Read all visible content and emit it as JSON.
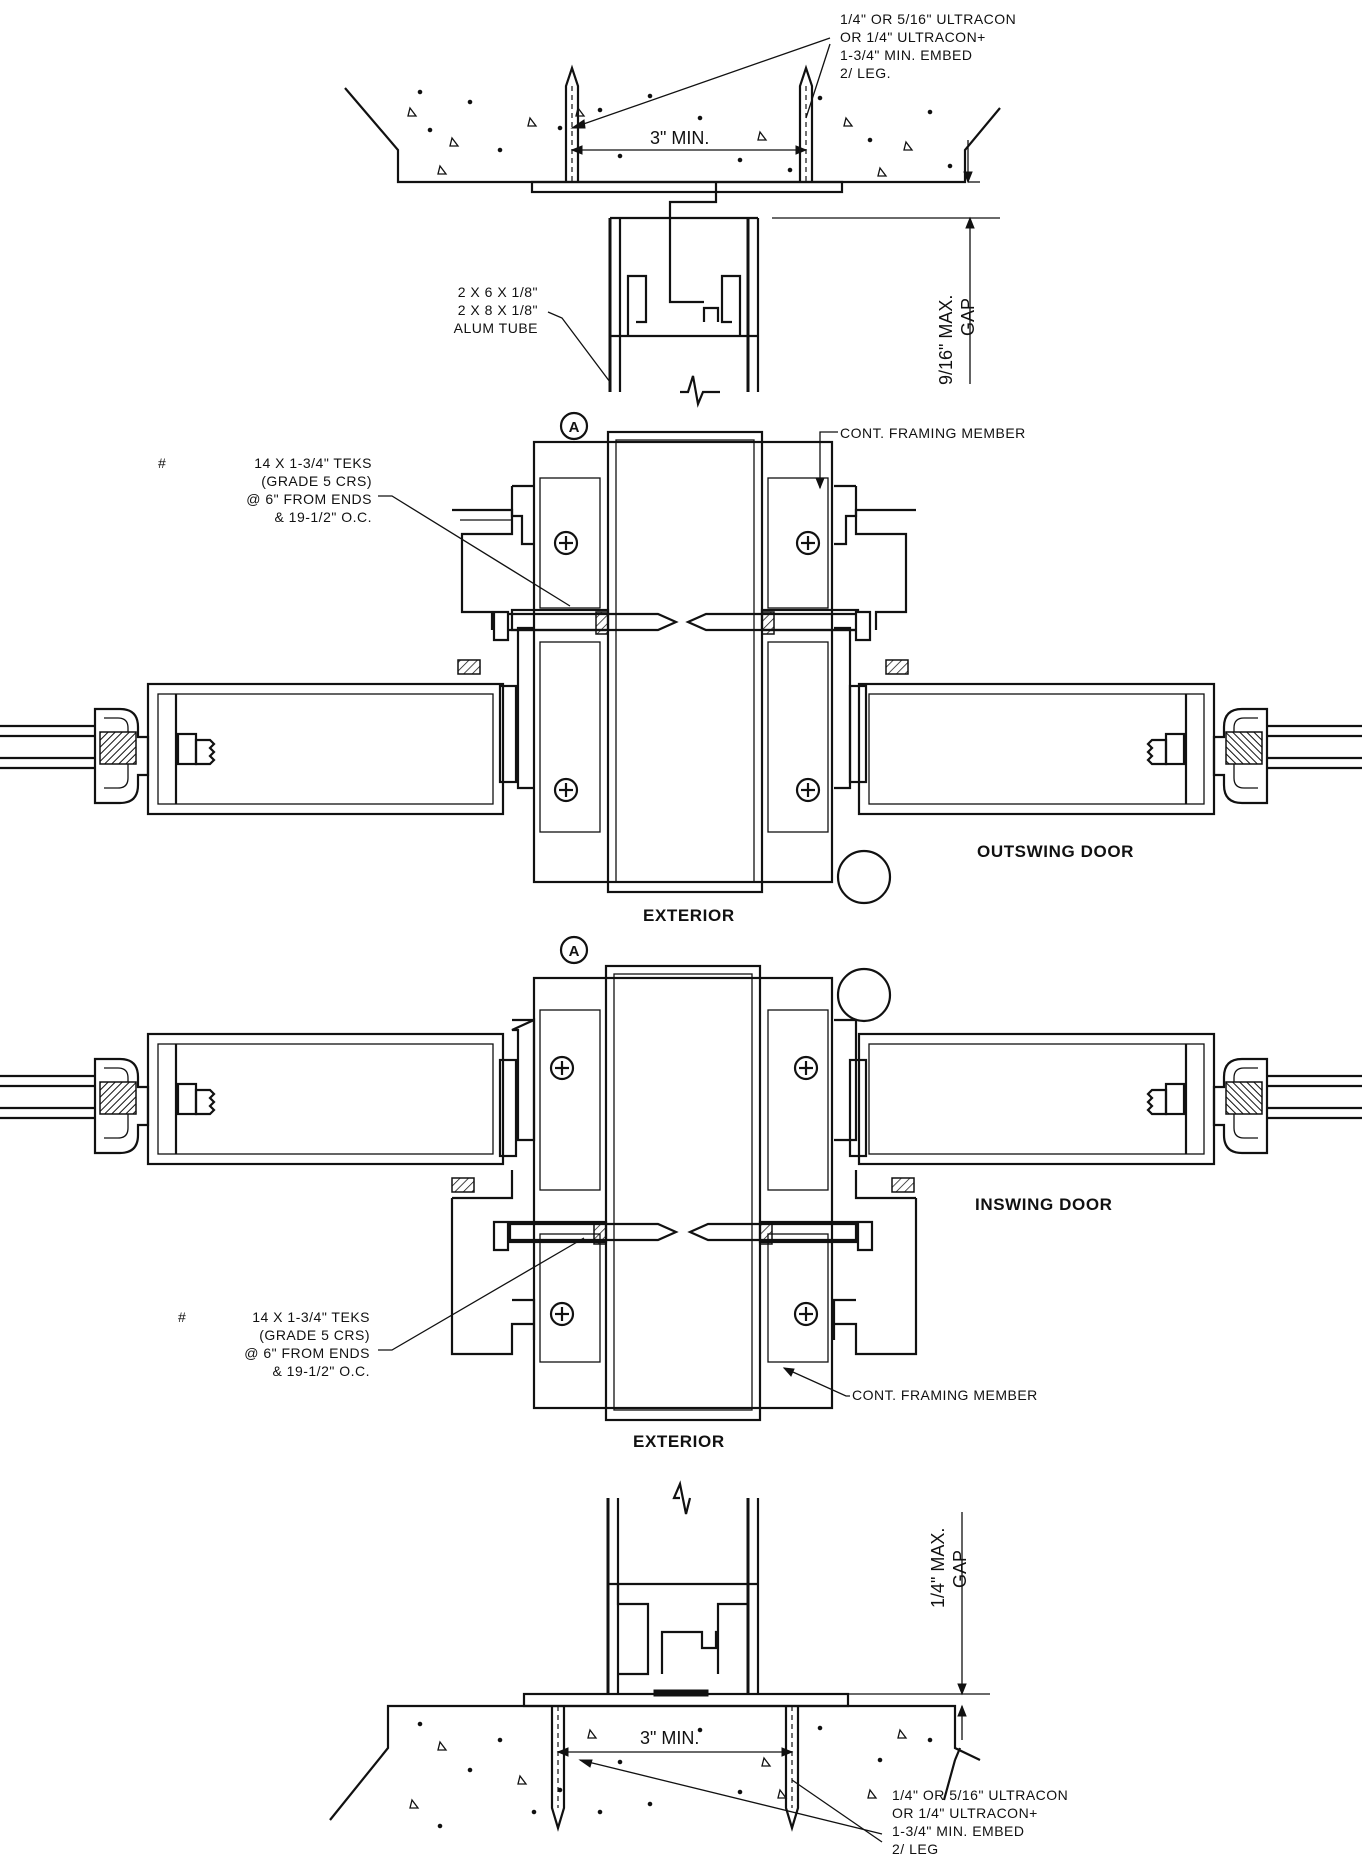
{
  "top_anchor_note": [
    "1/4\" OR 5/16\" ULTRACON",
    "OR 1/4\" ULTRACON+",
    "1-3/4\" MIN. EMBED",
    "2/ LEG."
  ],
  "top_spacing": "3\" MIN.",
  "top_gap": [
    "9/16\" MAX.",
    "GAP"
  ],
  "tube_note": [
    "2 X 6 X 1/8\"",
    "2 X 8 X 1/8\"",
    "ALUM TUBE"
  ],
  "outswing": {
    "detail_tag": "A",
    "framing_note": "CONT. FRAMING MEMBER",
    "screw_mark": "#",
    "screw_note": [
      "14 X 1-3/4\"  TEKS",
      "(GRADE 5 CRS)",
      "@ 6\" FROM ENDS",
      "& 19-1/2\" O.C."
    ],
    "door_label": "OUTSWING DOOR",
    "side_label": "EXTERIOR"
  },
  "inswing": {
    "detail_tag": "A",
    "framing_note": "CONT. FRAMING MEMBER",
    "screw_mark": "#",
    "screw_note": [
      "14 X 1-3/4\"  TEKS",
      "(GRADE 5 CRS)",
      "@ 6\" FROM ENDS",
      "& 19-1/2\" O.C."
    ],
    "door_label": "INSWING DOOR",
    "side_label": "EXTERIOR"
  },
  "bottom_gap": [
    "1/4\" MAX.",
    "GAP"
  ],
  "bottom_spacing": "3\" MIN.",
  "bottom_anchor_note": [
    "1/4\" OR 5/16\" ULTRACON",
    "OR 1/4\" ULTRACON+",
    "1-3/4\" MIN. EMBED",
    "2/ LEG"
  ]
}
